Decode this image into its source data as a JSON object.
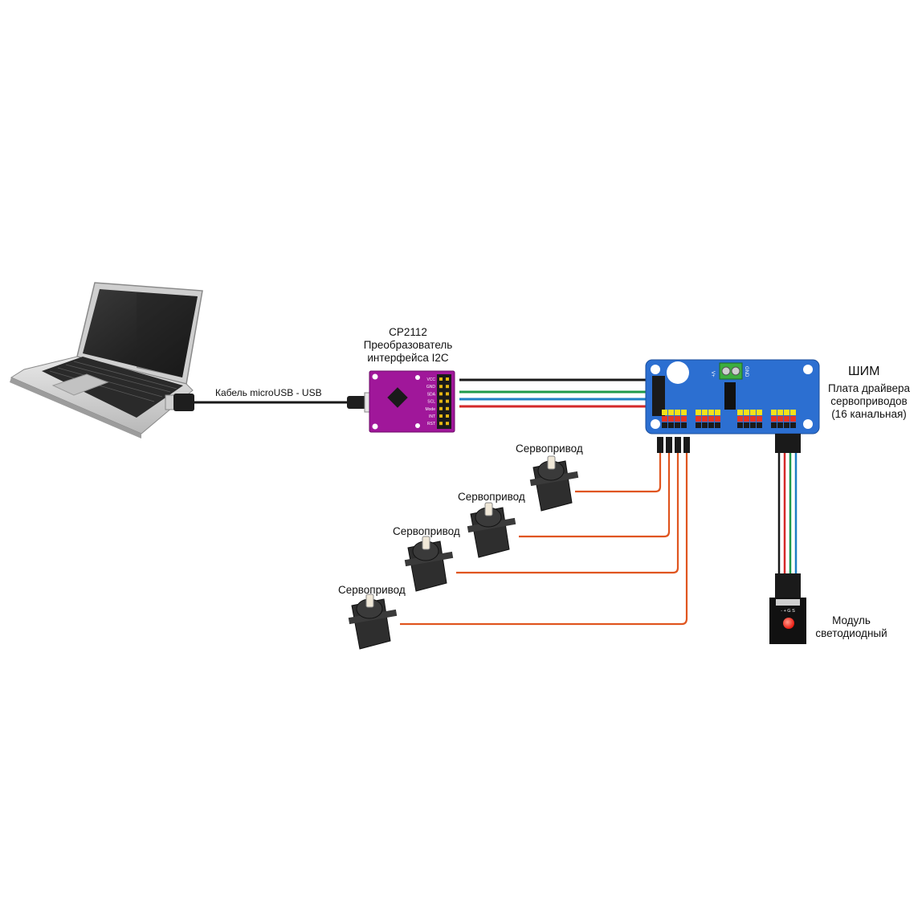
{
  "labels": {
    "cable": "Кабель microUSB - USB",
    "converter": [
      "CP2112",
      "Преобразователь",
      "интерфейса I2C"
    ],
    "pwm_title": "ШИМ",
    "pwm_desc": [
      "Плата драйвера",
      "сервоприводов",
      "(16 канальная)"
    ],
    "servo": "Сервопривод",
    "led_module": [
      "Модуль",
      "светодиодный"
    ]
  },
  "pins": {
    "converter": [
      "VCC",
      "GND",
      "SDA",
      "SCL",
      "Mode",
      "INT",
      "RST"
    ],
    "pwm_power": [
      "V+",
      "GND"
    ],
    "led": "- + G S"
  },
  "colors": {
    "wire_black": "#1a1a1a",
    "wire_green": "#1e9a4a",
    "wire_blue": "#1d7fc4",
    "wire_red": "#d42a2a",
    "servo_wire": "#e0551f",
    "converter_board": "#a0179a",
    "pwm_board": "#2c6fd1",
    "terminal": "#3dae3f",
    "header_yellow": "#f5e21b",
    "header_red": "#e53426",
    "led": "#ff2a1a"
  }
}
